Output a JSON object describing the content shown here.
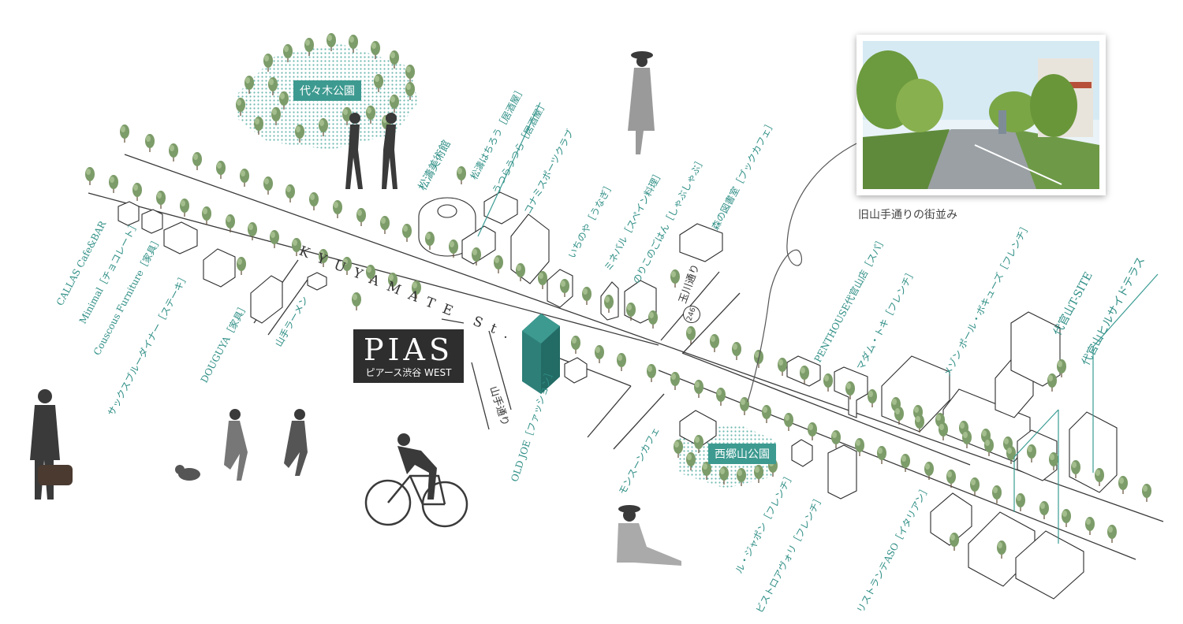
{
  "street_main": "KYUYAMATE St.",
  "parks": {
    "yoyogi": "代々木公園",
    "saigoyama": "西郷山公園"
  },
  "pias": {
    "logo": "PIAS",
    "name": "ピアース渋谷 WEST"
  },
  "photo_caption": "旧山手通りの街並み",
  "route_number": "246",
  "roads": {
    "tamagawa": "玉川通り",
    "yamate": "山手通り",
    "yamate_ramen": "山手ラーメン"
  },
  "spots_left": [
    "CALLAS Cafe&BAR",
    "Minimal［チョコレート］",
    "Couscous Furniture［家具］",
    "サックスブルーダイナー［ステーキ］",
    "DOUGUYA［家具］"
  ],
  "spots_north": [
    "松濤美術館",
    "松濤はちろう［居酒屋］",
    "うつらうつら［居酒屋］",
    "コナミスポーツクラブ",
    "いちのや［うなぎ］",
    "ミネバル［スペイン料理］",
    "のりこのごはん［しゃぶしゃぶ］",
    "森の図書室［ブックカフェ］"
  ],
  "spots_east": [
    "PENTHOUSE代官山店［スパ］",
    "マダム・トキ［フレンチ］",
    "メゾン ポール・ボキューズ［フレンチ］",
    "代官山T-SITE",
    "代官山ヒルサイドテラス"
  ],
  "spots_south": [
    "OLD JOE［ファッション］",
    "モンスーンカフェ",
    "ル・ジャポン［フレンチ］",
    "ビストロアヴォリ［フレンチ］",
    "リストランテASO［イタリアン］"
  ],
  "colors": {
    "teal": "#3d9a90",
    "teal_building": "#2d7f78",
    "dark_box": "#2e2e2e",
    "tree": "#7a9a68"
  },
  "icons": [
    "tree-icon",
    "building-icon",
    "person-icon",
    "bicycle-icon",
    "dog-icon"
  ]
}
